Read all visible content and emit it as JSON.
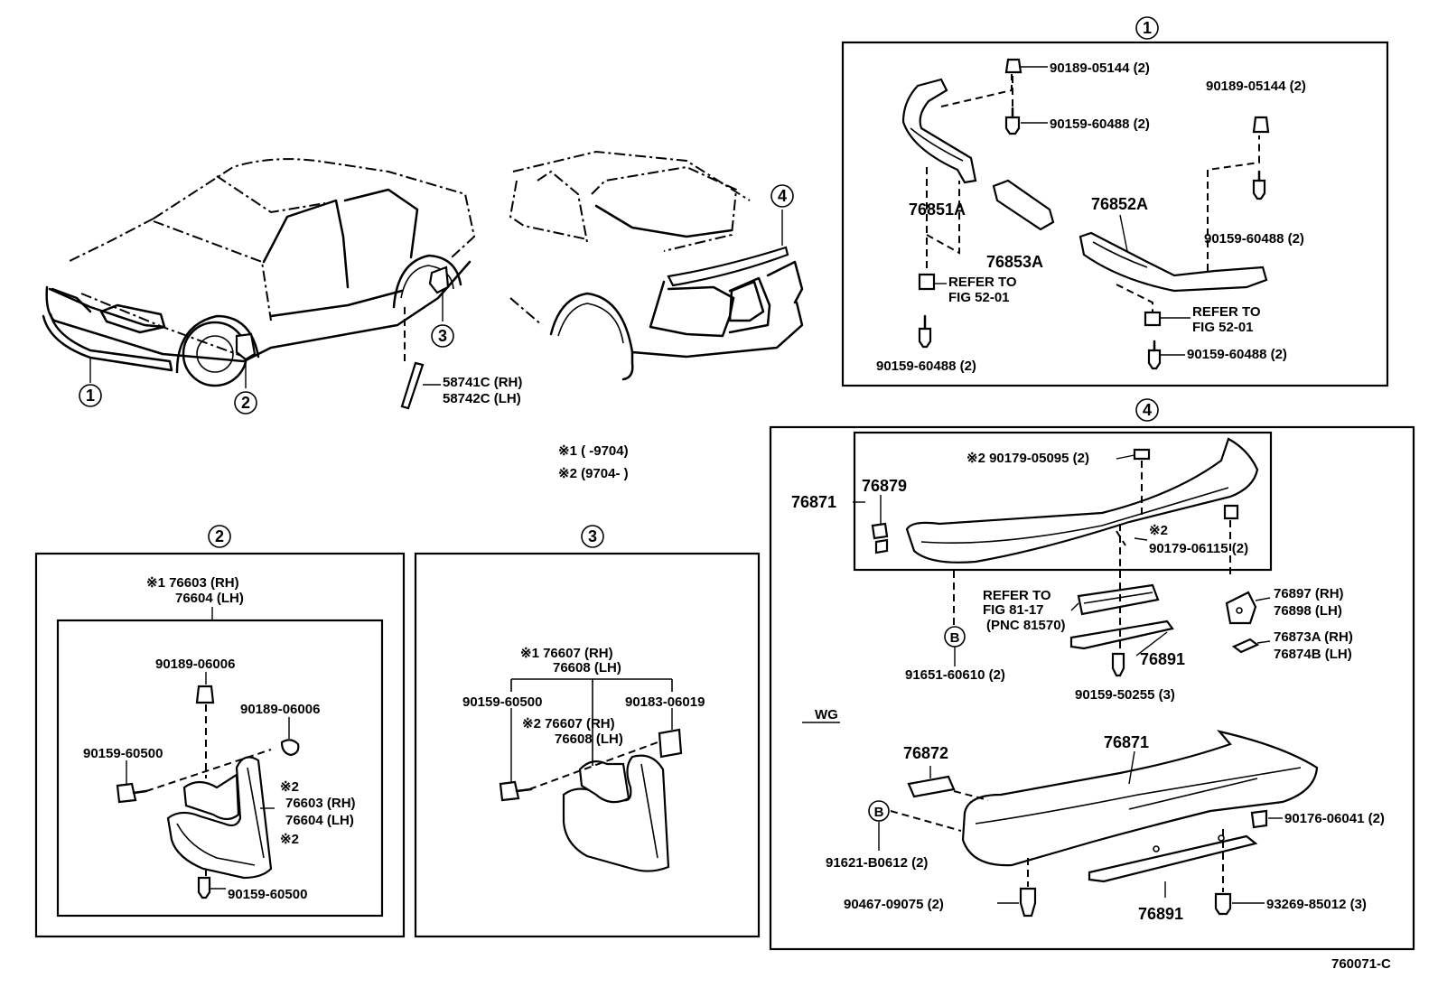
{
  "diagram_code": "760071-C",
  "notes": {
    "n1": "※1 (      -9704)",
    "n2": "※2 (9704-      )"
  },
  "callouts": {
    "c1": "1",
    "c2": "2",
    "c3": "3",
    "c4": "4"
  },
  "overview": {
    "p_58741c": "58741C (RH)",
    "p_58742c": "58742C (LH)"
  },
  "sec1": {
    "p1": "90189-05144 (2)",
    "p2": "90159-60488 (2)",
    "p3": "76851A",
    "p4": "76853A",
    "p5": "90189-05144 (2)",
    "p6": "90159-60488 (2)",
    "p7": "76852A",
    "ref_a1": "REFER TO",
    "ref_a2": "FIG 52-01",
    "ref_b1": "REFER TO",
    "ref_b2": "FIG 52-01",
    "p8": "90159-60488 (2)",
    "p9": "90159-60488 (2)"
  },
  "sec2": {
    "p1a": "※1 76603 (RH)",
    "p1b": "76604 (LH)",
    "p2": "90189-06006",
    "p3": "90189-06006",
    "p4": "90159-60500",
    "p5a": "※2",
    "p5b": "76603 (RH)",
    "p5c": "76604 (LH)",
    "p5d": "※2",
    "p6": "90159-60500"
  },
  "sec3": {
    "p1a": "※1 76607 (RH)",
    "p1b": "76608 (LH)",
    "p2": "90159-60500",
    "p3": "90183-06019",
    "p4a": "※2 76607 (RH)",
    "p4b": "76608 (LH)"
  },
  "sec4": {
    "p1": "※2 90179-05095 (2)",
    "p2": "76879",
    "p3": "76871",
    "p4a": "※2",
    "p4b": "90179-06115 (2)",
    "ref1": "REFER TO",
    "ref2": "FIG 81-17",
    "ref3": "(PNC 81570)",
    "p5a": "76897 (RH)",
    "p5b": "76898 (LH)",
    "p6a": "76873A (RH)",
    "p6b": "76874B (LH)",
    "p7": "76891",
    "p8": "91651-60610 (2)",
    "p9": "90159-50255 (3)",
    "wg": "WG",
    "p10": "76872",
    "p11": "76871",
    "p12": "90176-06041 (2)",
    "p13": "91621-B0612 (2)",
    "p14": "90467-09075 (2)",
    "p15": "76891",
    "p16": "93269-85012 (3)",
    "b1": "B",
    "b2": "B"
  }
}
